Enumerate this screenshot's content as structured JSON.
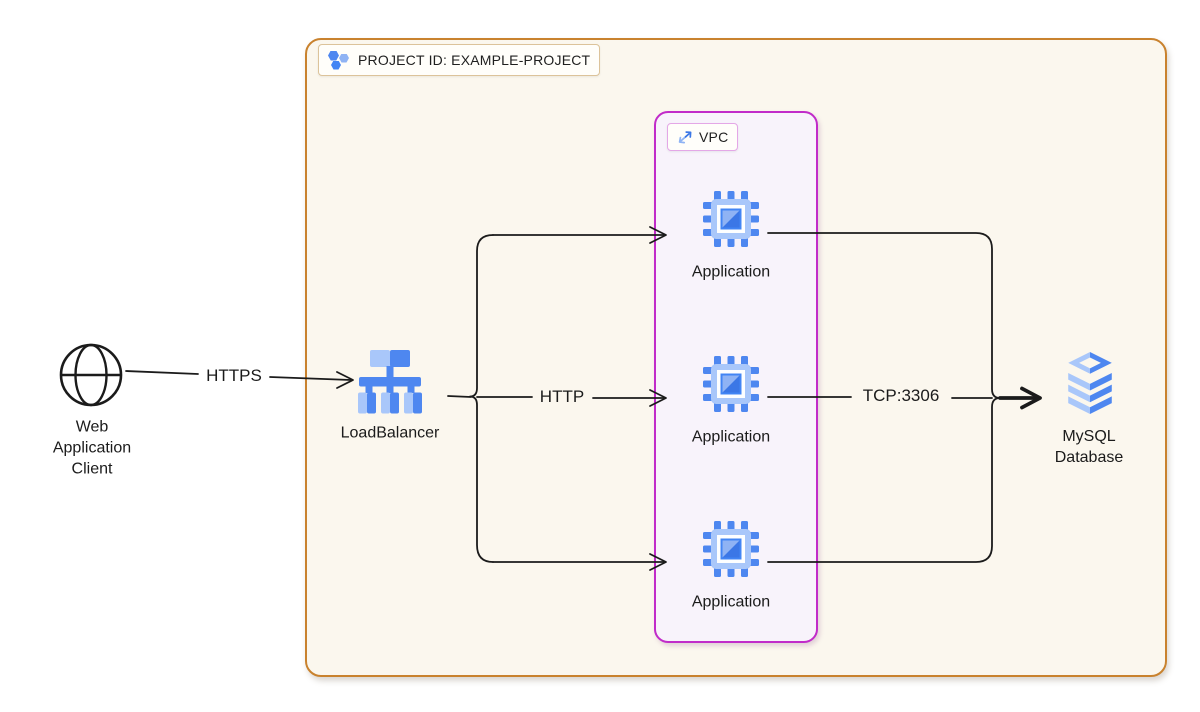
{
  "project": {
    "label": "PROJECT ID: EXAMPLE-PROJECT"
  },
  "vpc": {
    "label": "VPC"
  },
  "nodes": {
    "client": {
      "label": "Web\nApplication\nClient"
    },
    "load_balancer": {
      "label": "LoadBalancer"
    },
    "app1": {
      "label": "Application"
    },
    "app2": {
      "label": "Application"
    },
    "app3": {
      "label": "Application"
    },
    "database": {
      "label": "MySQL\nDatabase"
    }
  },
  "edges": {
    "https": {
      "label": "HTTPS"
    },
    "http": {
      "label": "HTTP"
    },
    "tcp": {
      "label": "TCP:3306"
    }
  },
  "icons": {
    "client": "globe-icon",
    "load_balancer": "load-balancer-icon",
    "application": "compute-chip-icon",
    "database": "sql-stack-icon",
    "project": "hexagon-cluster-icon",
    "vpc": "vpc-network-icon"
  },
  "colors": {
    "ink": "#1B1B1B",
    "orange": "#C9822E",
    "cream": "#FBF7EE",
    "magenta": "#C12BC9",
    "lavender": "#F8F3FB",
    "blue_light": "#A9C7FA",
    "blue_mid": "#4E87F0",
    "blue_core": "#4285F4",
    "blue_deep": "#3B77E6",
    "blue_soft": "#8FB3F4"
  }
}
